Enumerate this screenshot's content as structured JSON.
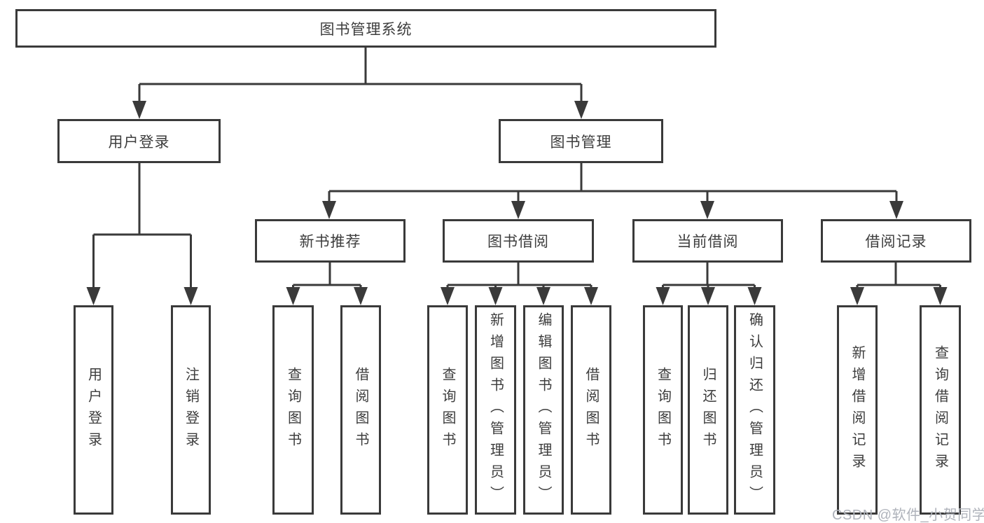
{
  "nodes": {
    "root": "图书管理系统",
    "user_login": "用户登录",
    "book_mgmt": "图书管理",
    "new_book_rec": "新书推荐",
    "book_borrow": "图书借阅",
    "current_borrow": "当前借阅",
    "borrow_records": "借阅记录",
    "leaf_user_login": "用户登录",
    "leaf_logout": "注销登录",
    "rec_query_books": "查询图书",
    "rec_borrow_books": "借阅图书",
    "bb_query_books": "查询图书",
    "bb_add_book_admin": "新增图书（管理员）",
    "bb_edit_book_admin": "编辑图书（管理员）",
    "bb_borrow_books": "借阅图书",
    "cb_query_books": "查询图书",
    "cb_return_books": "归还图书",
    "cb_confirm_return_admin": "确认归还（管理员）",
    "br_add_record": "新增借阅记录",
    "br_query_record": "查询借阅记录"
  },
  "watermark": "CSDN @软件_小贺同学",
  "colors": {
    "line": "#3a3a3a",
    "text": "#3d3d3d",
    "watermark": "#afb3bb",
    "background": "#ffffff"
  }
}
